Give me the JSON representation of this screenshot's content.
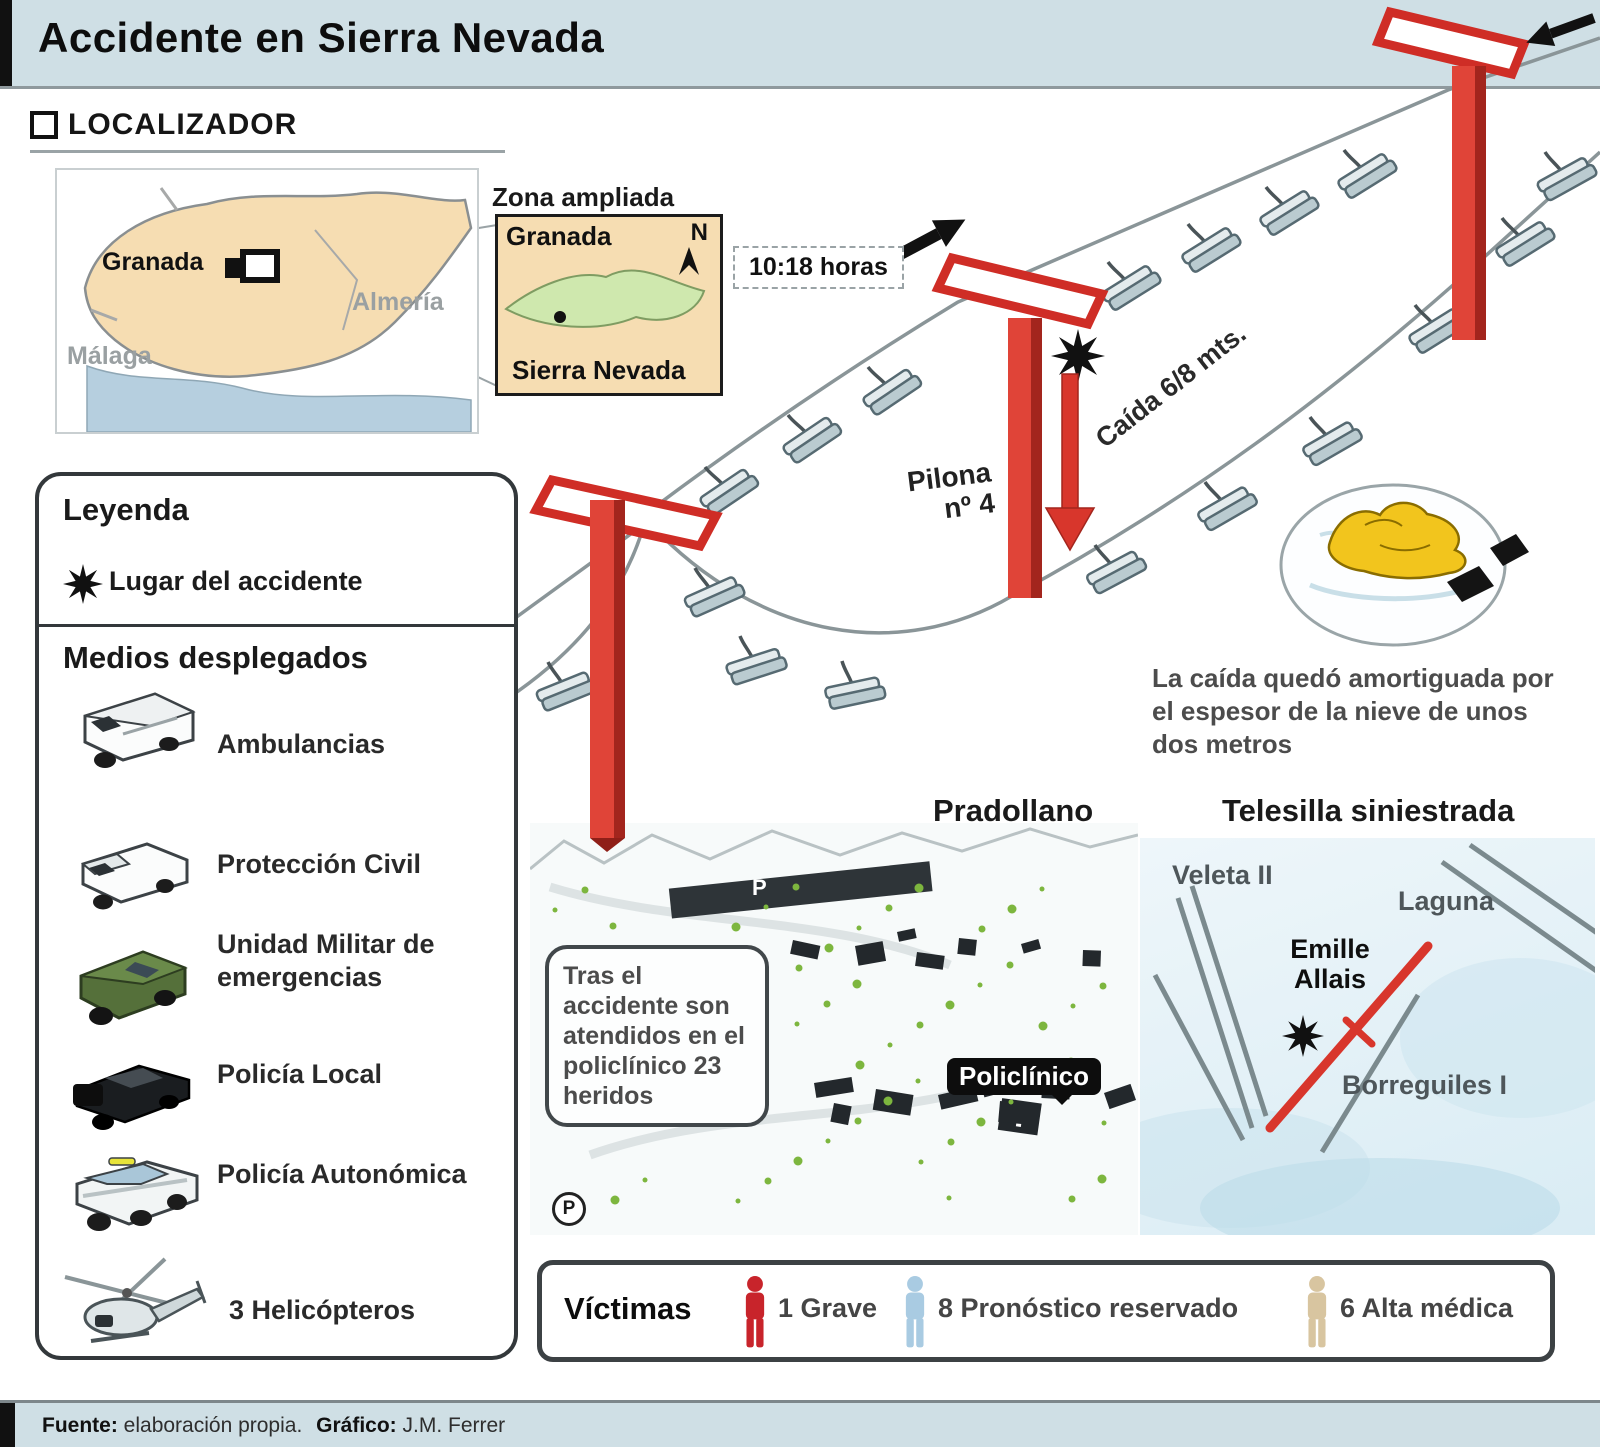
{
  "header": {
    "title": "Accidente en Sierra Nevada"
  },
  "localizador": {
    "section_label": "LOCALIZADOR",
    "map_labels": {
      "malaga": "Málaga",
      "granada": "Granada",
      "almeria": "Almería"
    },
    "inset": {
      "title": "Zona ampliada",
      "city_label": "Granada",
      "compass_label": "N",
      "mountain_label": "Sierra Nevada"
    }
  },
  "accident": {
    "time": "10:18 horas",
    "pylon_line1": "Pilona",
    "pylon_line2": "nº 4",
    "fall_distance": "Caída 6/8 mts.",
    "snow_note": "La caída quedó amortiguada por el espesor de la nieve de unos dos metros"
  },
  "legend": {
    "title": "Leyenda",
    "accident_place": "Lugar del accidente",
    "deployed_title": "Medios desplegados",
    "resources": [
      {
        "label": "Ambulancias",
        "icon": "ambulance-van-icon"
      },
      {
        "label": "Protección Civil",
        "icon": "civil-protection-van-icon"
      },
      {
        "label": "Unidad Militar de emergencias",
        "icon": "military-suv-icon"
      },
      {
        "label": "Policía Local",
        "icon": "police-car-icon"
      },
      {
        "label": "Policía Autonómica",
        "icon": "police-suv-icon"
      },
      {
        "label": "3 Helicópteros",
        "icon": "helicopter-icon"
      }
    ]
  },
  "pradollano": {
    "title": "Pradollano",
    "note": "Tras el accidente son atendidos en el policlínico 23 heridos",
    "clinic_label": "Policlínico",
    "parking_label": "P"
  },
  "telesilla": {
    "title": "Telesilla siniestrada",
    "lift_veleta": "Veleta II",
    "lift_laguna": "Laguna",
    "lift_accident_line1": "Emille",
    "lift_accident_line2": "Allais",
    "lift_borreguiles": "Borreguiles I"
  },
  "victims": {
    "title": "Víctimas",
    "items": [
      {
        "label": "1 Grave",
        "color": "#c8242b"
      },
      {
        "label": "8 Pronóstico reservado",
        "color": "#a9cbe2"
      },
      {
        "label": "6 Alta médica",
        "color": "#d8c5a0"
      }
    ]
  },
  "footer": {
    "source_label": "Fuente:",
    "source_text": "elaboración propia.",
    "credit_label": "Gráfico:",
    "credit_text": "J.M. Ferrer"
  },
  "colors": {
    "header_bar": "#cfdfe5",
    "land_tan": "#f6ddb2",
    "sea_blue": "#b6cfdf",
    "sierra_green": "#cfe8ae",
    "pylon_red": "#d8362c",
    "cable_gray": "#8a9598",
    "chair_gray": "#c3d0d4",
    "tree_green": "#7db63e",
    "snow_blue": "#dcedf5"
  }
}
